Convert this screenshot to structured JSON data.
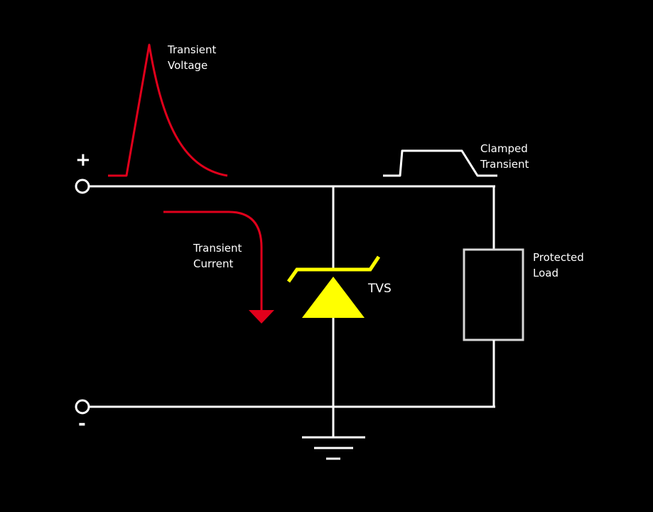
{
  "labels": {
    "transient_voltage": [
      "Transient",
      "Voltage"
    ],
    "clamped_transient": [
      "Clamped",
      "Transient"
    ],
    "transient_current": [
      "Transient",
      "Current"
    ],
    "protected_load": [
      "Protected",
      "Load"
    ],
    "tvs": "TVS",
    "plus": "+",
    "minus": "-"
  },
  "colors": {
    "background": "#000000",
    "wire": "#ffffff",
    "transient": "#e0001b",
    "tvs": "#ffff00",
    "load_border": "#d8d8d8"
  }
}
